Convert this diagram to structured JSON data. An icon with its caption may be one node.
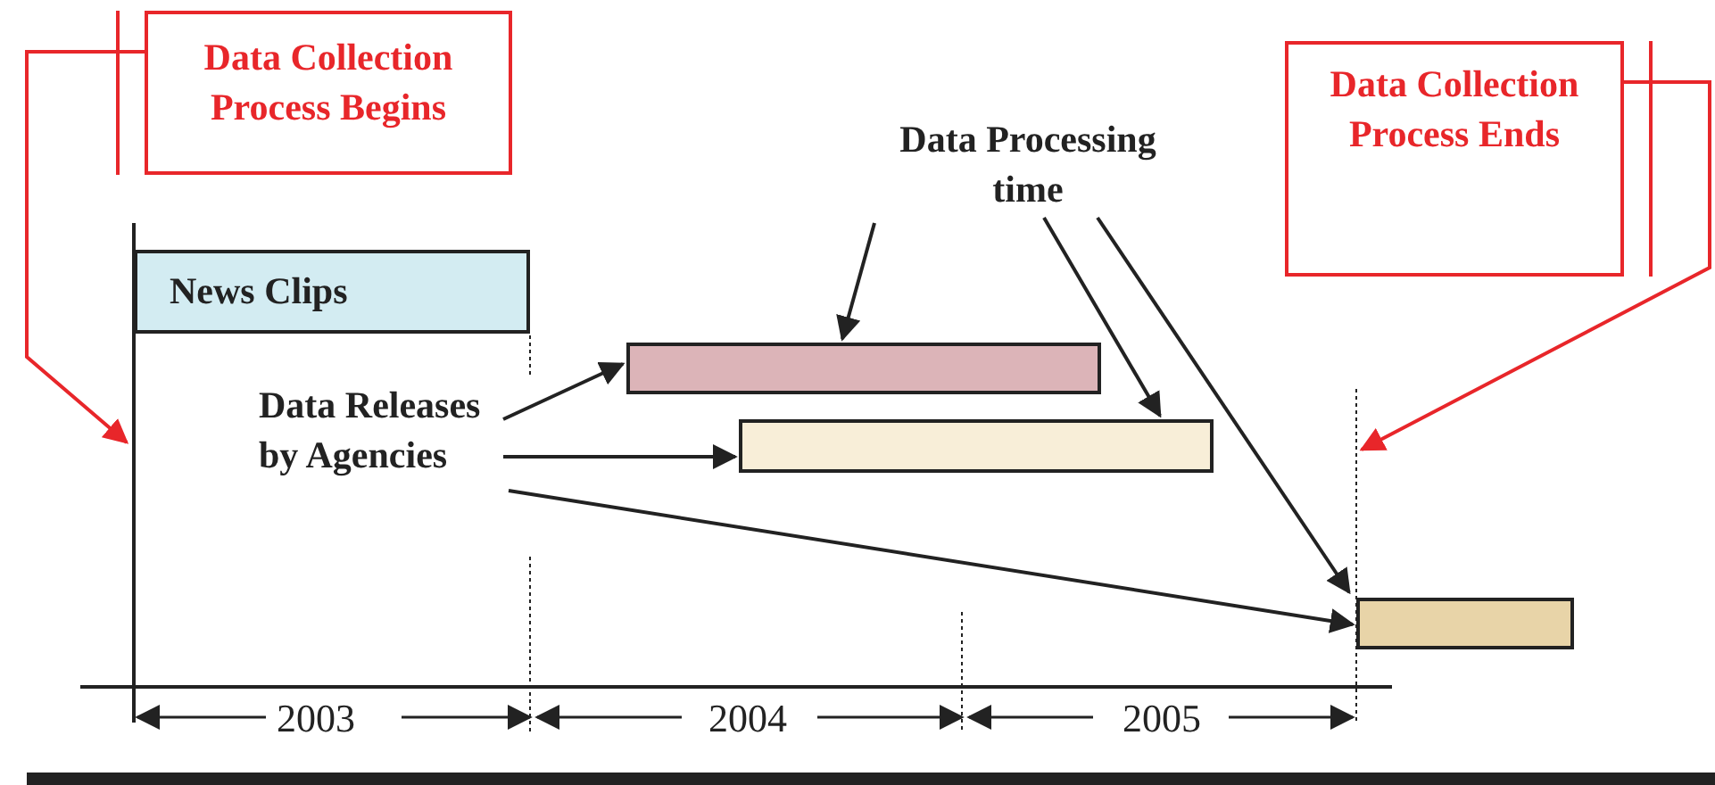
{
  "diagram": {
    "nodes": [
      {
        "text": [
          "Data Collection Process Begins"
        ]
      },
      {
        "text": [
          "Data Collection Process Ends"
        ]
      },
      {
        "text": [
          "News Clips"
        ]
      },
      {
        "text": [
          "Data Releases by Agencies"
        ]
      },
      {
        "text": [
          "Data Processing time"
        ]
      },
      {
        "text": [],
        "shape": "bar"
      },
      {
        "text": [],
        "shape": "bar"
      },
      {
        "text": [],
        "shape": "bar"
      }
    ],
    "edges": [
      {
        "from": 0,
        "to": null,
        "arrow": "to",
        "color": "#e8262a"
      },
      {
        "from": 1,
        "to": null,
        "arrow": "to",
        "color": "#e8262a"
      },
      {
        "from": 3,
        "to": 5,
        "arrow": "to"
      },
      {
        "from": 3,
        "to": 6,
        "arrow": "to"
      },
      {
        "from": 3,
        "to": 7,
        "arrow": "to"
      },
      {
        "from": 4,
        "to": 5,
        "arrow": "to"
      },
      {
        "from": 4,
        "to": 6,
        "arrow": "to"
      },
      {
        "from": 4,
        "to": 7,
        "arrow": "to"
      }
    ],
    "labels": [
      "2003",
      "2004",
      "2005"
    ]
  }
}
